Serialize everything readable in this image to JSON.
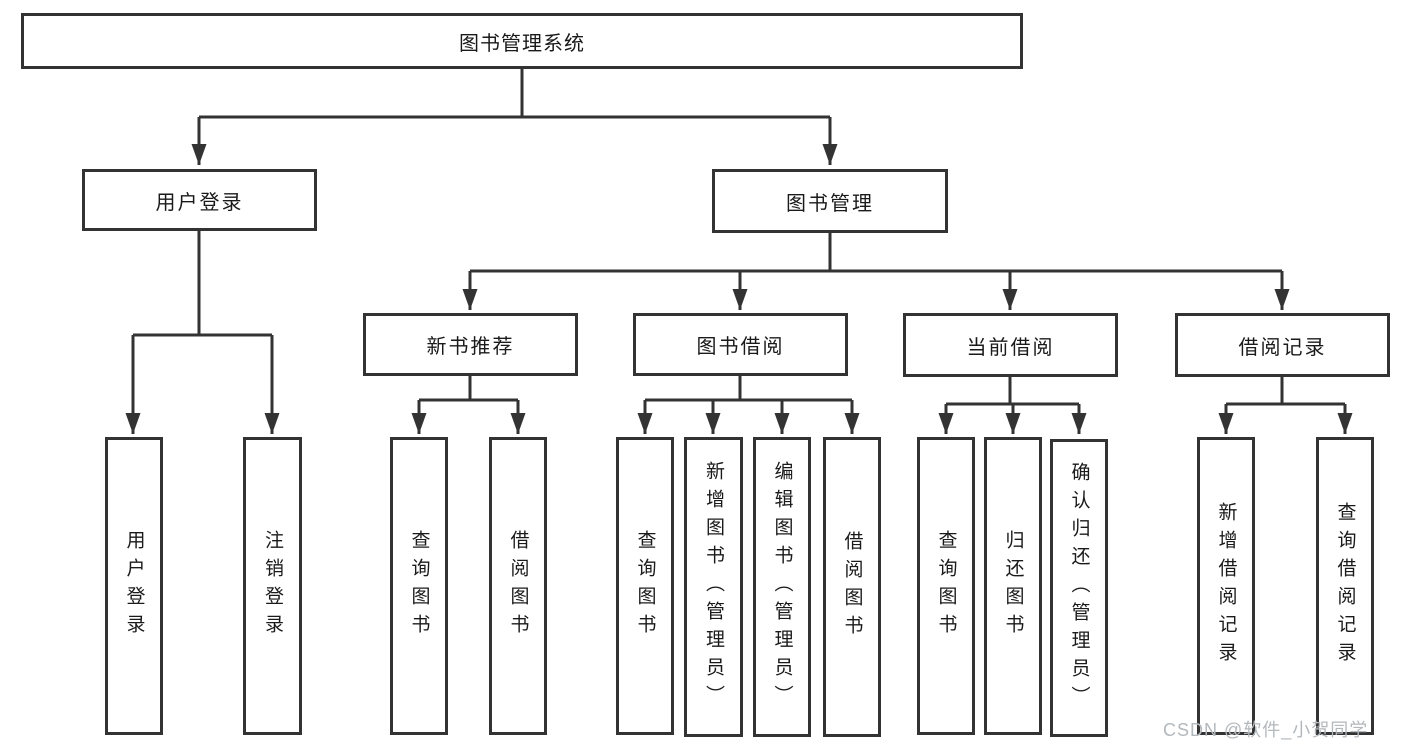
{
  "diagram_type": "hierarchy-tree",
  "colors": {
    "line": "#333333",
    "box_border": "#333333",
    "text": "#1a1a1a",
    "background": "#ffffff",
    "watermark": "#b3b8bc"
  },
  "watermark": {
    "text": "CSDN @软件_小贺同学"
  },
  "tree": {
    "label": "图书管理系统",
    "children": [
      {
        "label": "用户登录",
        "children": [
          {
            "label": "用户登录"
          },
          {
            "label": "注销登录"
          }
        ]
      },
      {
        "label": "图书管理",
        "children": [
          {
            "label": "新书推荐",
            "children": [
              {
                "label": "查询图书"
              },
              {
                "label": "借阅图书"
              }
            ]
          },
          {
            "label": "图书借阅",
            "children": [
              {
                "label": "查询图书"
              },
              {
                "label": "新增图书（管理员）"
              },
              {
                "label": "编辑图书（管理员）"
              },
              {
                "label": "借阅图书"
              }
            ]
          },
          {
            "label": "当前借阅",
            "children": [
              {
                "label": "查询图书"
              },
              {
                "label": "归还图书"
              },
              {
                "label": "确认归还（管理员）"
              }
            ]
          },
          {
            "label": "借阅记录",
            "children": [
              {
                "label": "新增借阅记录"
              },
              {
                "label": "查询借阅记录"
              }
            ]
          }
        ]
      }
    ]
  }
}
